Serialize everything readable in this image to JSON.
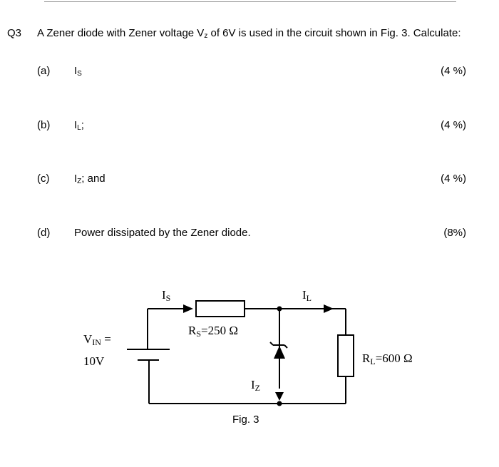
{
  "question": {
    "number": "Q3",
    "text_before": "A Zener diode with Zener voltage V",
    "text_sub": "z",
    "text_after": " of 6V is used in the circuit shown in Fig. 3.  Calculate:"
  },
  "parts": [
    {
      "label": "(a)",
      "sym": "I",
      "sub": "S",
      "suffix": "",
      "marks": "(4 %)"
    },
    {
      "label": "(b)",
      "sym": "I",
      "sub": "L",
      "suffix": ";",
      "marks": "(4 %)"
    },
    {
      "label": "(c)",
      "sym": "I",
      "sub": "Z",
      "suffix": "; and",
      "marks": "(4 %)"
    },
    {
      "label": "(d)",
      "text": "Power dissipated by the Zener diode.",
      "marks": "(8%)"
    }
  ],
  "circuit": {
    "is_sym": "I",
    "is_sub": "S",
    "il_sym": "I",
    "il_sub": "L",
    "iz_sym": "I",
    "iz_sub": "Z",
    "rs_sym": "R",
    "rs_sub": "S",
    "rs_val": "=250 Ω",
    "rl_sym": "R",
    "rl_sub": "L",
    "rl_val": "=600 Ω",
    "vin_sym": "V",
    "vin_sub": "IN",
    "vin_eq": " =",
    "vin_val": "10V"
  },
  "figure_caption": "Fig. 3"
}
